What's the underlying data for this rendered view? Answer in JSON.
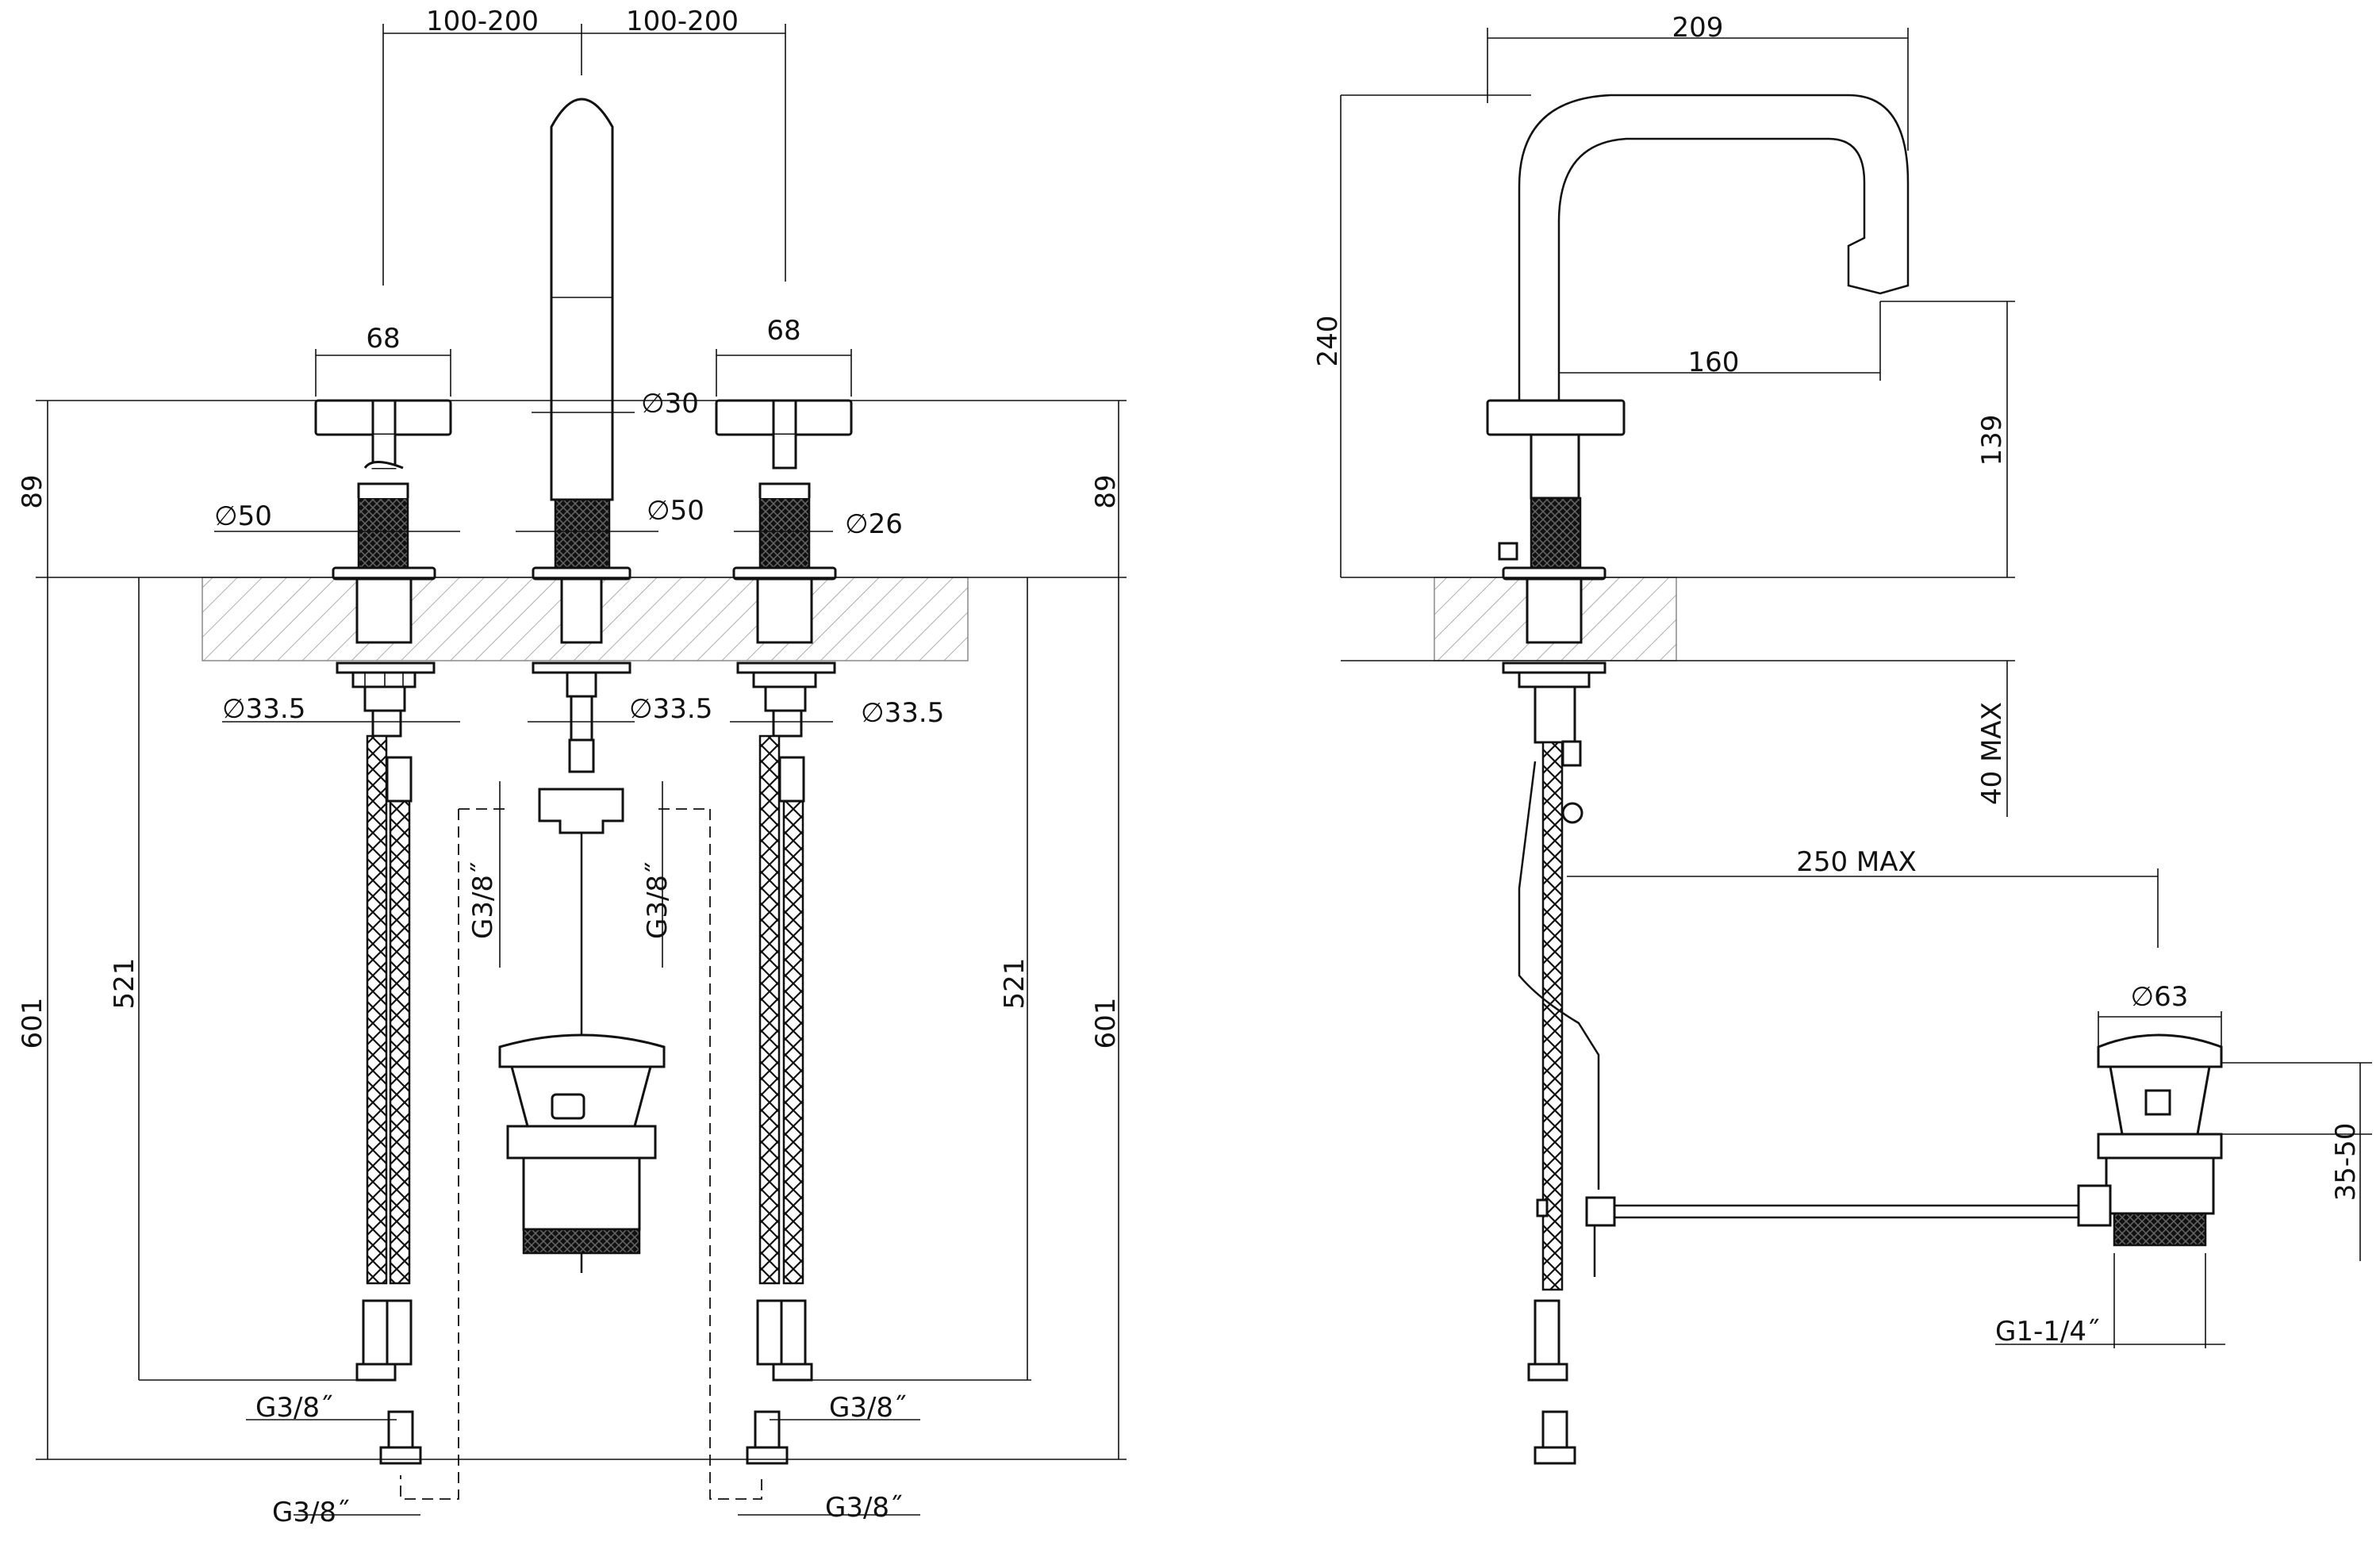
{
  "front_view": {
    "spacing_left": "100-200",
    "spacing_right": "100-200",
    "handle_width_left": "68",
    "handle_width_right": "68",
    "spout_diameter": "∅30",
    "height_left": "89",
    "height_right": "89",
    "base_diameter_left": "∅50",
    "base_diameter_center": "∅50",
    "base_diameter_right": "∅26",
    "hole_left": "∅33.5",
    "hole_center": "∅33.5",
    "hole_right": "∅33.5",
    "hose_length_left": "521",
    "hose_length_right": "521",
    "total_length_left": "601",
    "total_length_right": "601",
    "connector_center_left": "G3/8˝",
    "connector_center_right": "G3/8˝",
    "connector_left_upper": "G3/8˝",
    "connector_left_lower": "G3/8˝",
    "connector_right_upper": "G3/8˝",
    "connector_right_lower": "G3/8˝"
  },
  "side_view": {
    "spout_projection": "209",
    "spout_reach": "160",
    "total_height": "240",
    "outlet_height": "139",
    "deck_thickness": "40 MAX",
    "drain_distance": "250 MAX",
    "waste_diameter": "∅63",
    "waste_height": "35-50",
    "waste_thread": "G1-1/4˝"
  }
}
